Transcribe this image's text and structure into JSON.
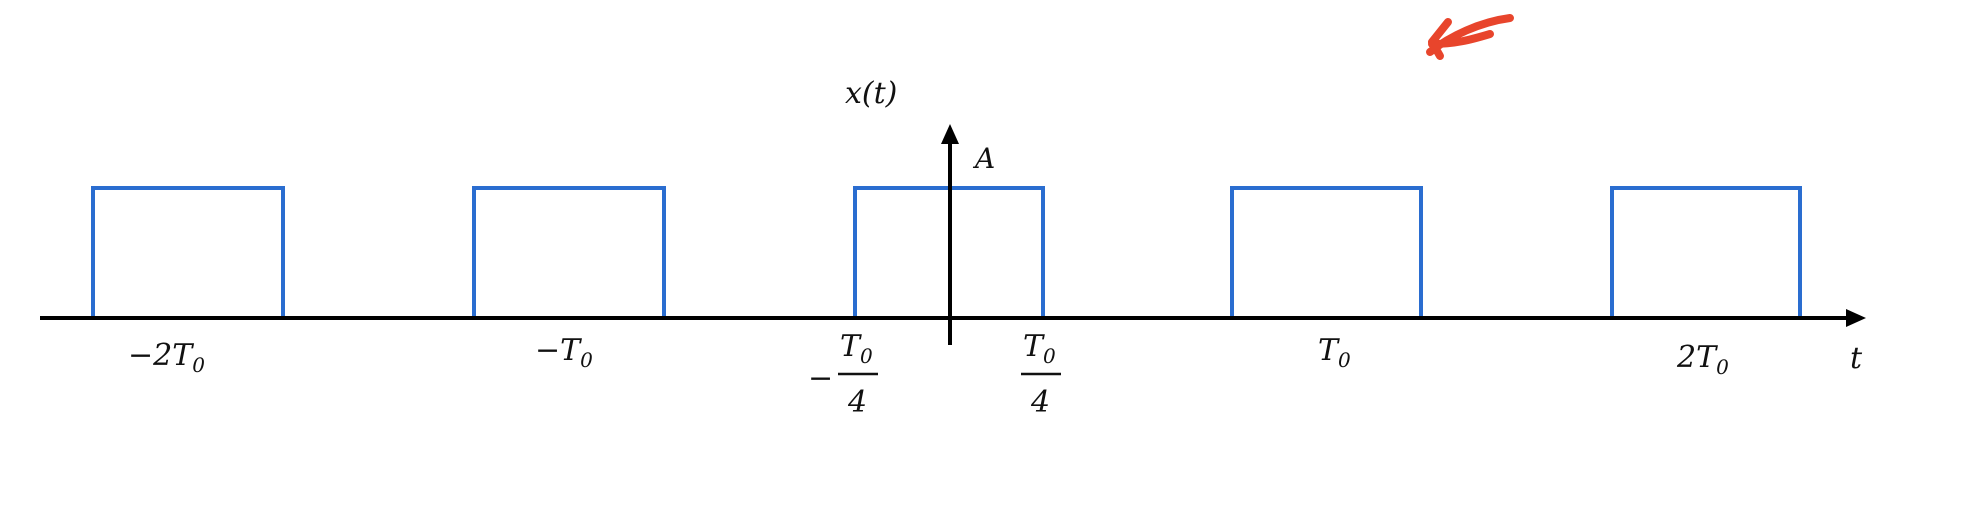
{
  "signal": {
    "ylabel": "x(t)",
    "amplitude_label": "A",
    "taxis_label": "t",
    "pulse_color": "#2a6dd0",
    "axis_color": "#000000",
    "annotation_color": "#e8452c",
    "pulses": [
      {
        "start": "-2T0-T0/4",
        "end": "-2T0+T0/4"
      },
      {
        "start": "-T0-T0/4",
        "end": "-T0+T0/4"
      },
      {
        "start": "-T0/4",
        "end": "T0/4"
      },
      {
        "start": "T0-T0/4",
        "end": "T0+T0/4"
      },
      {
        "start": "2T0-T0/4",
        "end": "2T0+T0/4"
      }
    ],
    "ticks": {
      "minus_2T0": {
        "sign": "−",
        "coef": "2",
        "sym": "T",
        "sub": "0"
      },
      "minus_T0": {
        "sign": "−",
        "sym": "T",
        "sub": "0"
      },
      "minus_T0_over_4": {
        "sign": "−",
        "sym": "T",
        "sub": "0",
        "den": "4"
      },
      "T0_over_4": {
        "sym": "T",
        "sub": "0",
        "den": "4"
      },
      "T0": {
        "sym": "T",
        "sub": "0"
      },
      "2T0": {
        "coef": "2",
        "sym": "T",
        "sub": "0"
      }
    }
  }
}
